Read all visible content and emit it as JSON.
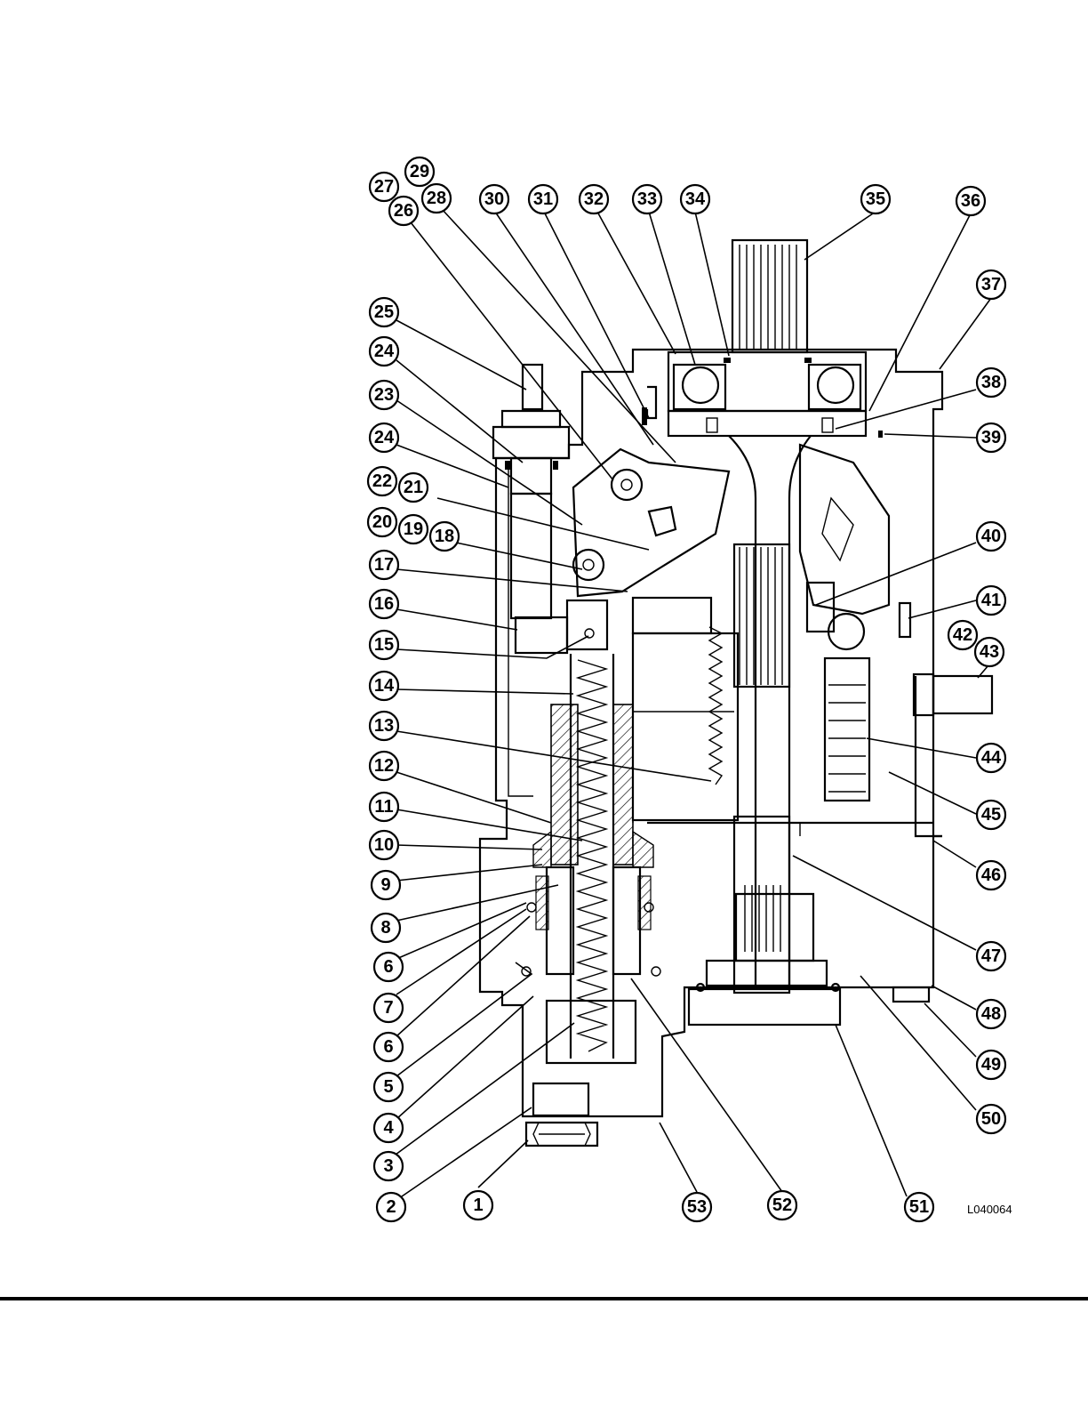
{
  "figure_code": "L040064",
  "callouts": [
    "1",
    "2",
    "3",
    "4",
    "5",
    "6",
    "6",
    "7",
    "8",
    "9",
    "10",
    "11",
    "12",
    "13",
    "14",
    "15",
    "16",
    "17",
    "18",
    "19",
    "20",
    "21",
    "22",
    "23",
    "24",
    "24",
    "25",
    "26",
    "27",
    "28",
    "29",
    "30",
    "31",
    "32",
    "33",
    "34",
    "35",
    "36",
    "37",
    "38",
    "39",
    "40",
    "41",
    "42",
    "43",
    "44",
    "45",
    "46",
    "47",
    "48",
    "49",
    "50",
    "51",
    "52",
    "53"
  ]
}
